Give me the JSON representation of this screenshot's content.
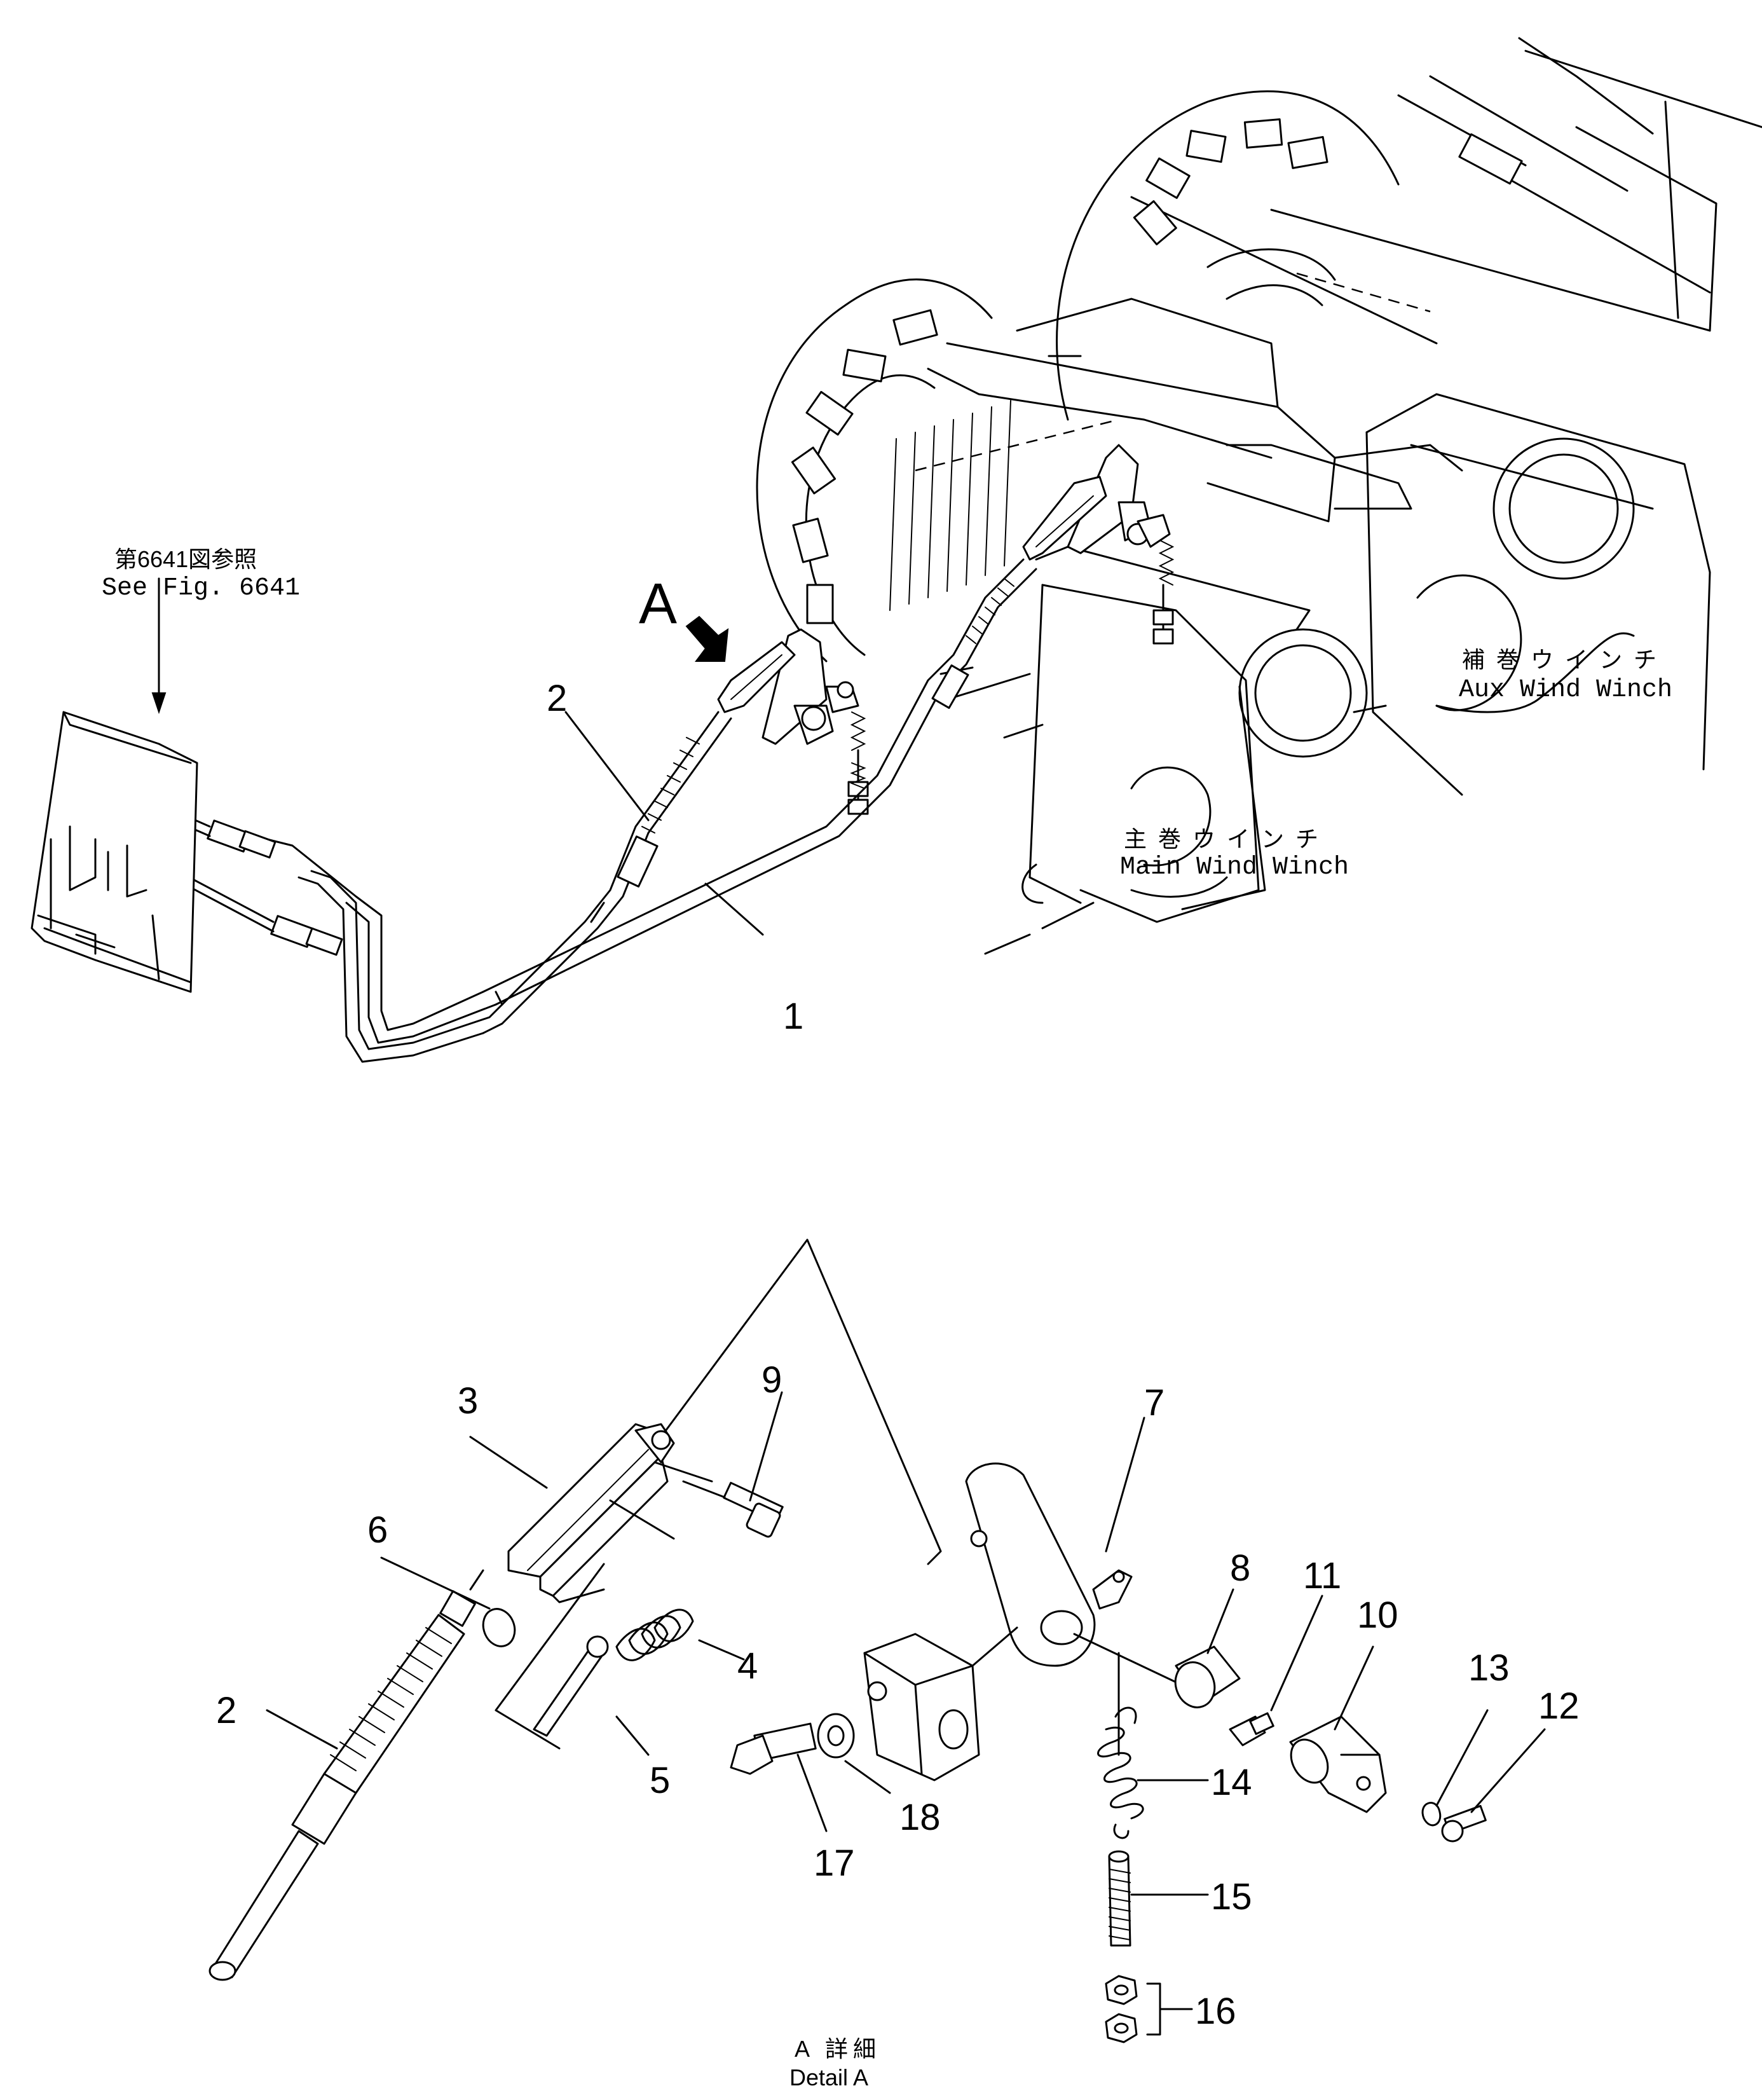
{
  "references": {
    "see_fig_jp": "第6641図参照",
    "see_fig_en": "See Fig. 6641"
  },
  "winches": {
    "aux_jp": "補巻ウインチ",
    "aux_en": "Aux  Wind  Winch",
    "main_jp": "主巻ウインチ",
    "main_en": "Main  Wind  Winch"
  },
  "detail_marker": "A",
  "detail_caption": {
    "jp": "A 詳細",
    "en": "Detail A"
  },
  "callouts": {
    "p1": "1",
    "p2_top": "2",
    "p2": "2",
    "p3": "3",
    "p4": "4",
    "p5": "5",
    "p6": "6",
    "p7": "7",
    "p8": "8",
    "p9": "9",
    "p10": "10",
    "p11": "11",
    "p12": "12",
    "p13": "13",
    "p14": "14",
    "p15": "15",
    "p16": "16",
    "p17": "17",
    "p18": "18"
  }
}
